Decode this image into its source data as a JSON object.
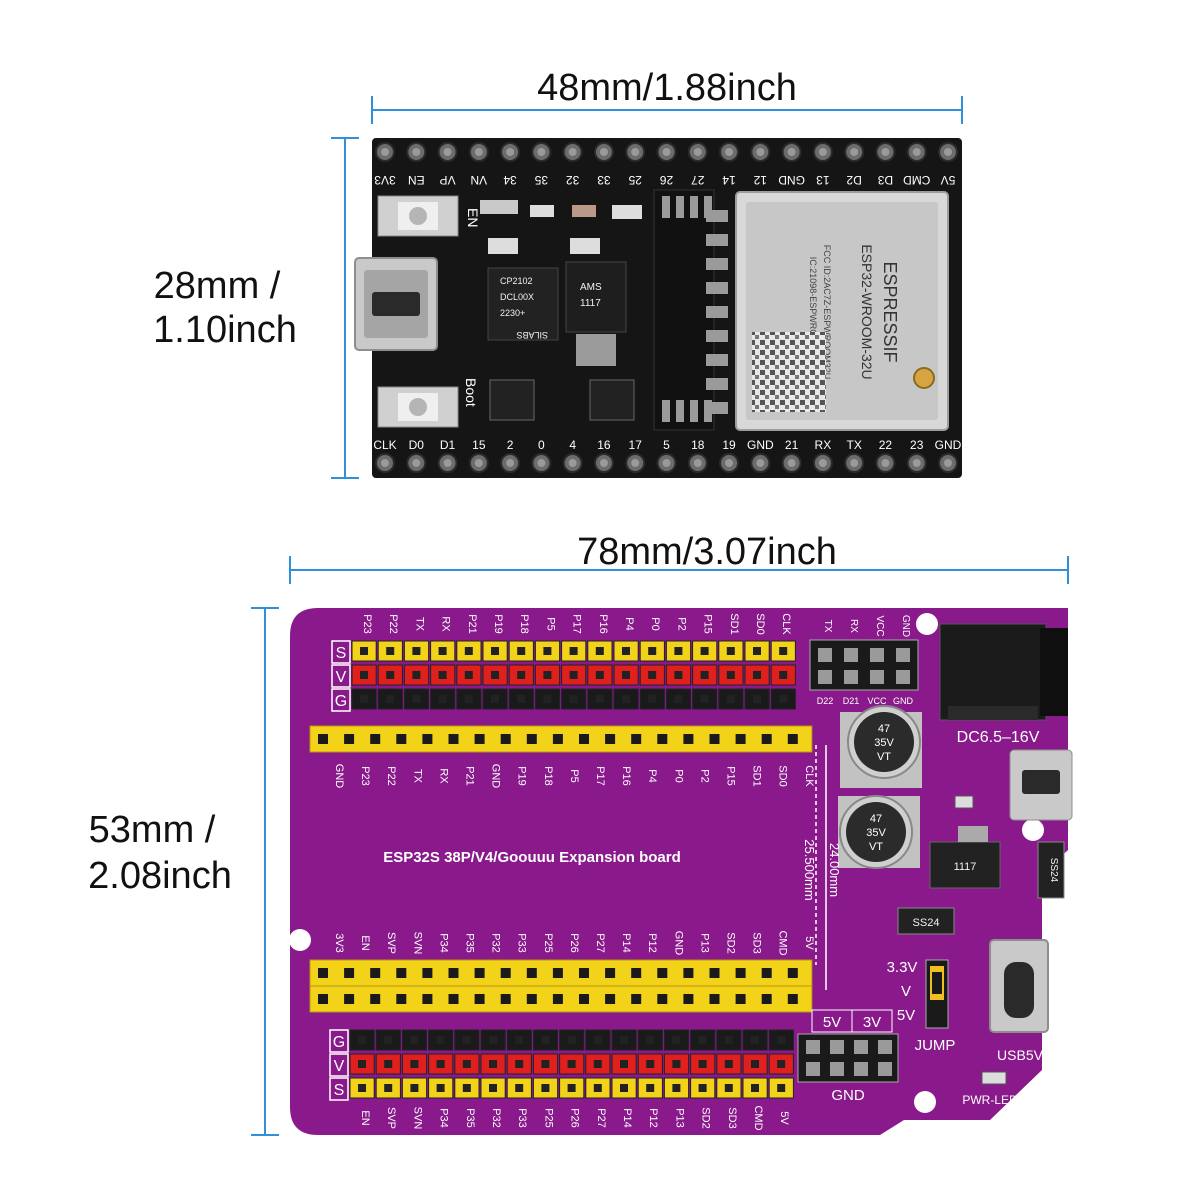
{
  "dimensions": {
    "top_width": "48mm/1.88inch",
    "top_height": [
      "28mm /",
      "1.10inch"
    ],
    "bottom_width": "78mm/3.07inch",
    "bottom_height": [
      "53mm /",
      "2.08inch"
    ]
  },
  "colors": {
    "dimension_line": "#2f8fd8",
    "esp_board": "#151515",
    "expansion_board": "#8a1a8c",
    "header_yellow": "#f3d21a",
    "header_red": "#e0201c",
    "header_black": "#1a1a1a"
  },
  "esp32": {
    "top_pins": [
      "3V3",
      "EN",
      "VP",
      "VN",
      "34",
      "35",
      "32",
      "33",
      "25",
      "26",
      "27",
      "14",
      "12",
      "GND",
      "13",
      "D2",
      "D3",
      "CMD",
      "5V"
    ],
    "bottom_pins": [
      "CLK",
      "D0",
      "D1",
      "15",
      "2",
      "0",
      "4",
      "16",
      "17",
      "5",
      "18",
      "19",
      "GND",
      "21",
      "RX",
      "TX",
      "22",
      "23",
      "GND"
    ],
    "button_en": "EN",
    "button_boot": "Boot",
    "chip_lines": [
      "SILABS",
      "CP2102",
      "DCL00X",
      "2230+"
    ],
    "regulator_lines": [
      "AMS",
      "1117"
    ],
    "module_lines": [
      "ESPRESSIF",
      "ESP32-WROOM-32U",
      "FCC ID:2AC7Z-ESPWROOM32U",
      "IC:21098-ESPWROOM32U"
    ]
  },
  "expansion": {
    "title": "ESP32S 38P/V4/Goouuu Expansion board",
    "top_header_labels": [
      "P23",
      "P22",
      "TX",
      "RX",
      "P21",
      "P19",
      "P18",
      "P5",
      "P17",
      "P16",
      "P4",
      "P0",
      "P2",
      "P15",
      "SD1",
      "SD0",
      "CLK"
    ],
    "top_inner_labels": [
      "GND",
      "P23",
      "P22",
      "TX",
      "RX",
      "P21",
      "GND",
      "P19",
      "P18",
      "P5",
      "P17",
      "P16",
      "P4",
      "P0",
      "P2",
      "P15",
      "SD1",
      "SD0",
      "CLK"
    ],
    "bottom_inner_labels": [
      "3V3",
      "EN",
      "SVP",
      "SVN",
      "P34",
      "P35",
      "P32",
      "P33",
      "P25",
      "P26",
      "P27",
      "P14",
      "P12",
      "GND",
      "P13",
      "SD2",
      "SD3",
      "CMD",
      "5V"
    ],
    "bottom_header_labels": [
      "EN",
      "SVP",
      "SVN",
      "P34",
      "P35",
      "P32",
      "P33",
      "P25",
      "P26",
      "P27",
      "P14",
      "P12",
      "P13",
      "SD2",
      "SD3",
      "CMD",
      "5V"
    ],
    "row_letters_top": [
      "S",
      "V",
      "G"
    ],
    "row_letters_bottom": [
      "G",
      "V",
      "S"
    ],
    "uart_top_labels": [
      "TX",
      "RX",
      "VCC",
      "GND"
    ],
    "uart_bottom_labels": [
      "D22",
      "D21",
      "VCC",
      "GND"
    ],
    "dc_label": "DC6.5–16V",
    "cap_labels": [
      "47",
      "35V",
      "VT"
    ],
    "spacing_labels": [
      "25.500mm",
      "24.00mm"
    ],
    "jump_labels": [
      "3.3V",
      "V",
      "5V"
    ],
    "jump_title": "JUMP",
    "usb_label": "USB5V",
    "power_pins_labels": [
      "5V",
      "3V"
    ],
    "power_gnd_label": "GND",
    "pwr_led_label": "PWR-LED",
    "diode_label": "SS24",
    "regulator_label": "1117"
  }
}
